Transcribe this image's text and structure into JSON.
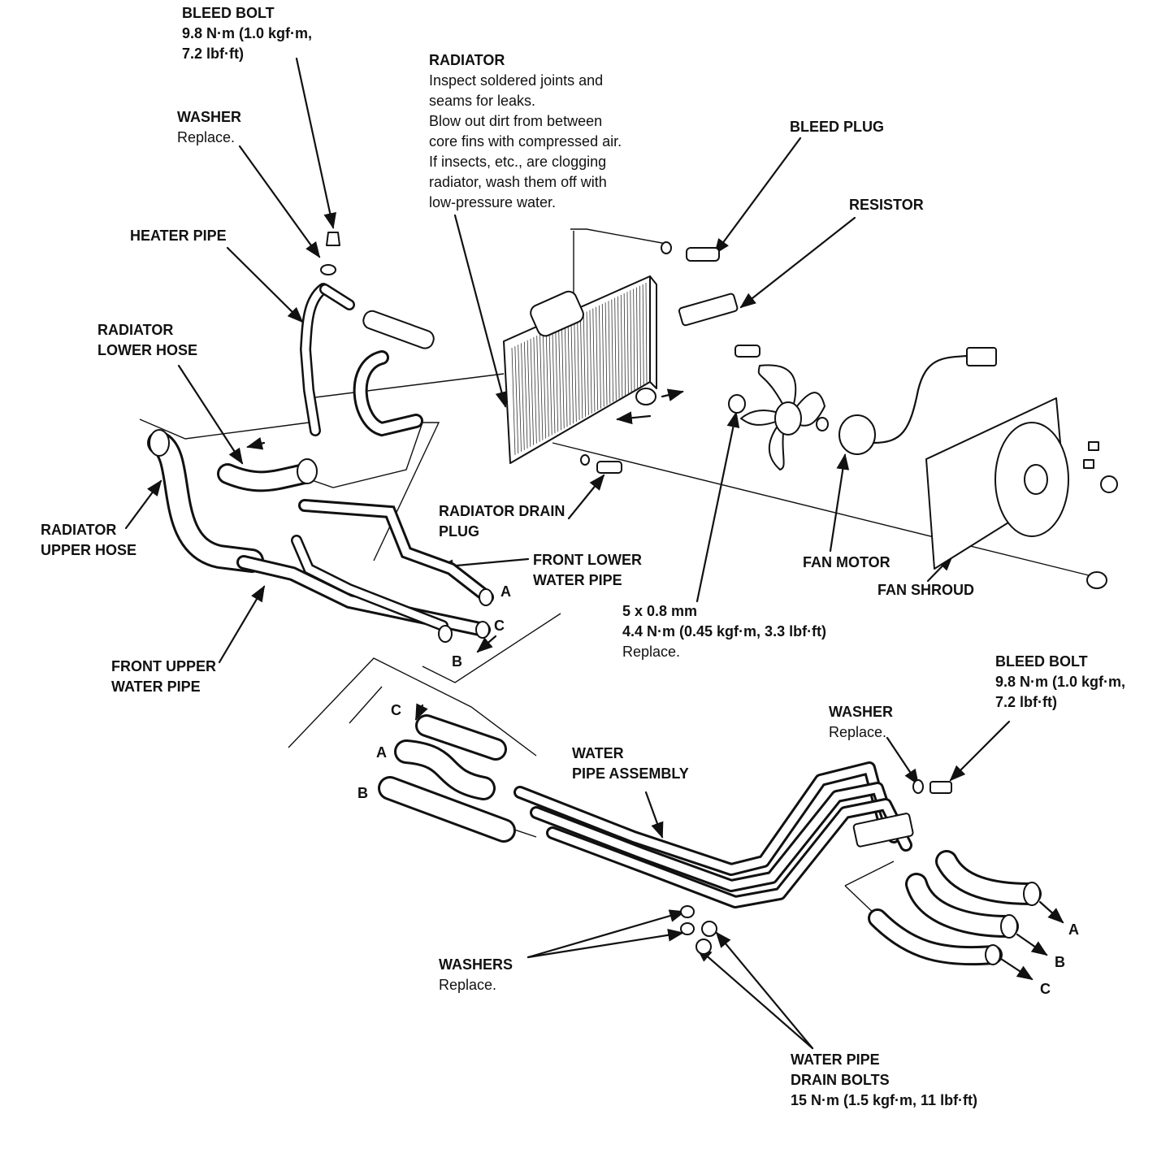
{
  "labels": {
    "bleed_bolt_top": {
      "title": "BLEED BOLT",
      "line1": "9.8 N·m (1.0 kgf·m,",
      "line2": "7.2 lbf·ft)"
    },
    "washer_top": {
      "title": "WASHER",
      "note": "Replace."
    },
    "heater_pipe": {
      "title": "HEATER PIPE"
    },
    "radiator_lower_hose": {
      "line1": "RADIATOR",
      "line2": "LOWER HOSE"
    },
    "radiator_upper_hose": {
      "line1": "RADIATOR",
      "line2": "UPPER HOSE"
    },
    "front_upper_water_pipe": {
      "line1": "FRONT UPPER",
      "line2": "WATER PIPE"
    },
    "radiator": {
      "title": "RADIATOR",
      "notes": [
        "Inspect soldered joints and",
        "seams for leaks.",
        "Blow out dirt from between",
        "core fins with compressed air.",
        "If insects, etc., are clogging",
        "radiator, wash them off with",
        "low-pressure water."
      ]
    },
    "bleed_plug": {
      "title": "BLEED PLUG"
    },
    "resistor": {
      "title": "RESISTOR"
    },
    "radiator_drain_plug": {
      "line1": "RADIATOR DRAIN",
      "line2": "PLUG"
    },
    "front_lower_water_pipe": {
      "line1": "FRONT LOWER",
      "line2": "WATER PIPE"
    },
    "fan_motor": {
      "title": "FAN MOTOR"
    },
    "fan_shroud": {
      "title": "FAN SHROUD"
    },
    "fan_bolt": {
      "line1": "5 x 0.8 mm",
      "line2": "4.4 N·m (0.45 kgf·m, 3.3 lbf·ft)",
      "note": "Replace."
    },
    "bleed_bolt_right": {
      "title": "BLEED BOLT",
      "line1": "9.8 N·m (1.0 kgf·m,",
      "line2": "7.2 lbf·ft)"
    },
    "washer_right": {
      "title": "WASHER",
      "note": "Replace."
    },
    "water_pipe_assembly": {
      "line1": "WATER",
      "line2": "PIPE ASSEMBLY"
    },
    "washers_bottom": {
      "title": "WASHERS",
      "note": "Replace."
    },
    "water_pipe_drain_bolts": {
      "line1": "WATER PIPE",
      "line2": "DRAIN BOLTS",
      "line3": "15 N·m (1.5 kgf·m, 11 lbf·ft)"
    }
  },
  "connection_letters": {
    "upper_a": "A",
    "upper_c": "C",
    "upper_b": "B",
    "middle_c": "C",
    "middle_a": "A",
    "middle_b": "B",
    "right_a": "A",
    "right_b": "B",
    "right_c": "C"
  }
}
